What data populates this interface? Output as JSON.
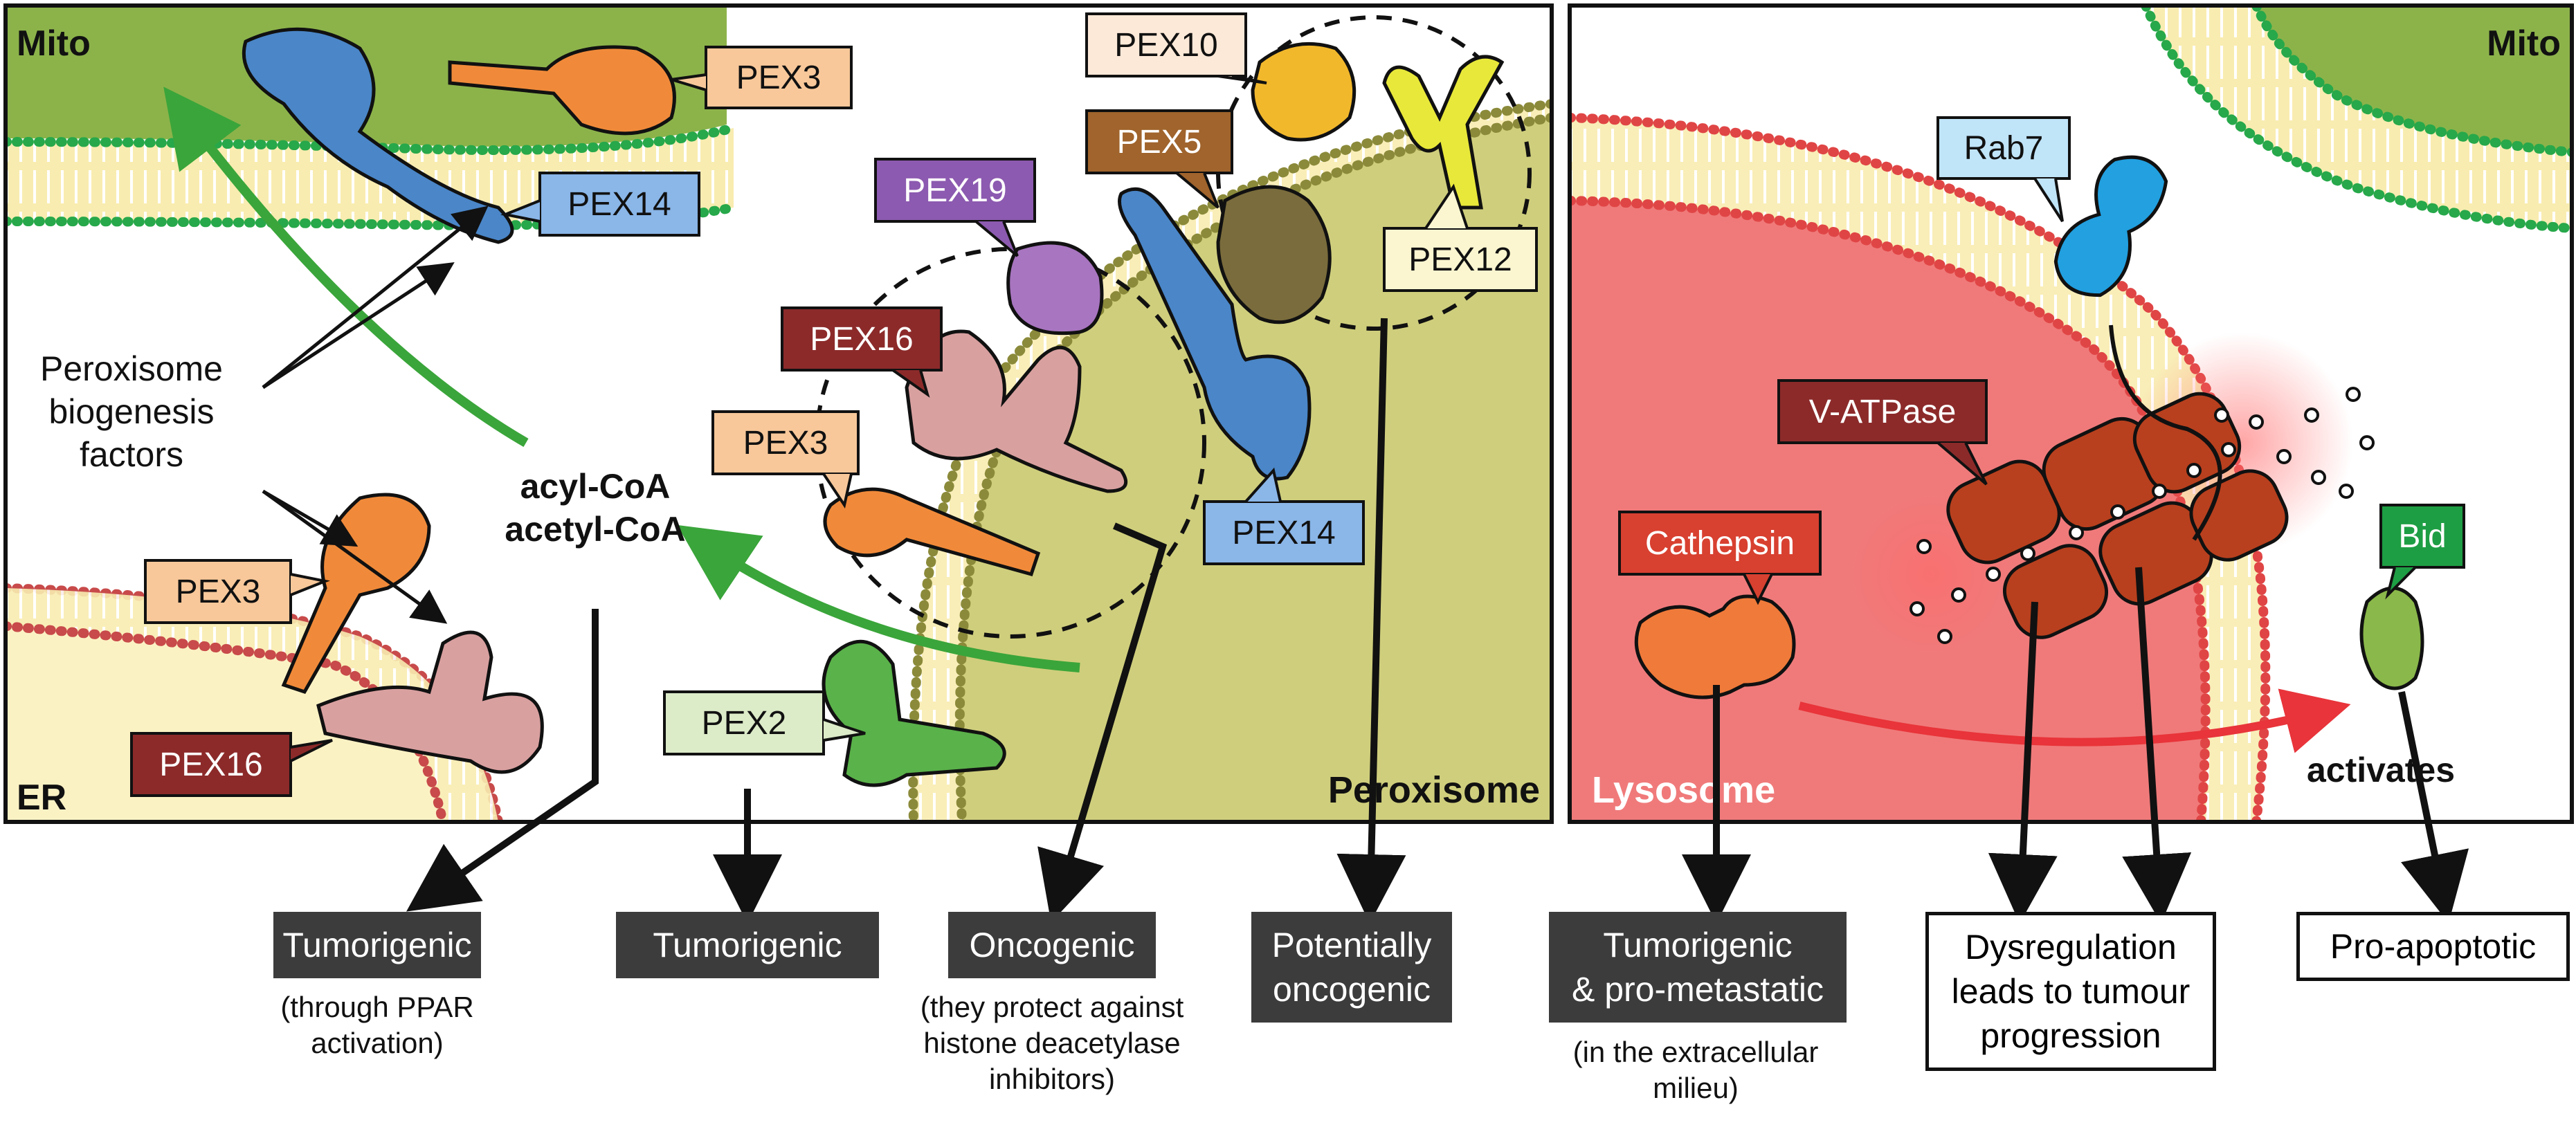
{
  "left_panel": {
    "mito_label": "Mito",
    "er_label": "ER",
    "peroxisome_label": "Peroxisome",
    "biogenesis_text": [
      "Peroxisome",
      "biogenesis",
      "factors"
    ],
    "metabolites": [
      "acyl-CoA",
      "acetyl-CoA"
    ],
    "proteins": {
      "pex3_mito": "PEX3",
      "pex14_mito": "PEX14",
      "pex3_er": "PEX3",
      "pex16_er": "PEX16",
      "pex10": "PEX10",
      "pex5": "PEX5",
      "pex12": "PEX12",
      "pex19": "PEX19",
      "pex16": "PEX16",
      "pex3": "PEX3",
      "pex14": "PEX14",
      "pex2": "PEX2"
    }
  },
  "right_panel": {
    "mito_label": "Mito",
    "lysosome_label": "Lysosome",
    "activates_label": "activates",
    "proteins": {
      "rab7": "Rab7",
      "v_atpase": "V-ATPase",
      "cathepsin": "Cathepsin",
      "bid": "Bid"
    }
  },
  "outcomes": [
    {
      "label": [
        "Tumorigenic"
      ],
      "note": [
        "(through PPAR",
        "activation)"
      ]
    },
    {
      "label": [
        "Tumorigenic"
      ],
      "note": []
    },
    {
      "label": [
        "Oncogenic"
      ],
      "note": [
        "(they protect against",
        "histone deacetylase",
        "inhibitors)"
      ]
    },
    {
      "label": [
        "Potentially",
        "oncogenic"
      ],
      "note": []
    },
    {
      "label": [
        "Tumorigenic",
        "& pro-metastatic"
      ],
      "note": [
        "(in the extracellular",
        "milieu)"
      ]
    },
    {
      "label": [
        "Dysregulation",
        "leads to tumour",
        "progression"
      ],
      "note": []
    },
    {
      "label": [
        "Pro-apoptotic"
      ],
      "note": []
    }
  ],
  "colors": {
    "mito_green": "#8cb34a",
    "er_yellow": "#fbf2c4",
    "peroxisome_olive": "#cfce7c",
    "lysosome_red": "#f07a7a",
    "arrow_green": "#3aa53a",
    "arrow_red": "#e8343a",
    "outcome_dark": "#3c3c3c"
  }
}
